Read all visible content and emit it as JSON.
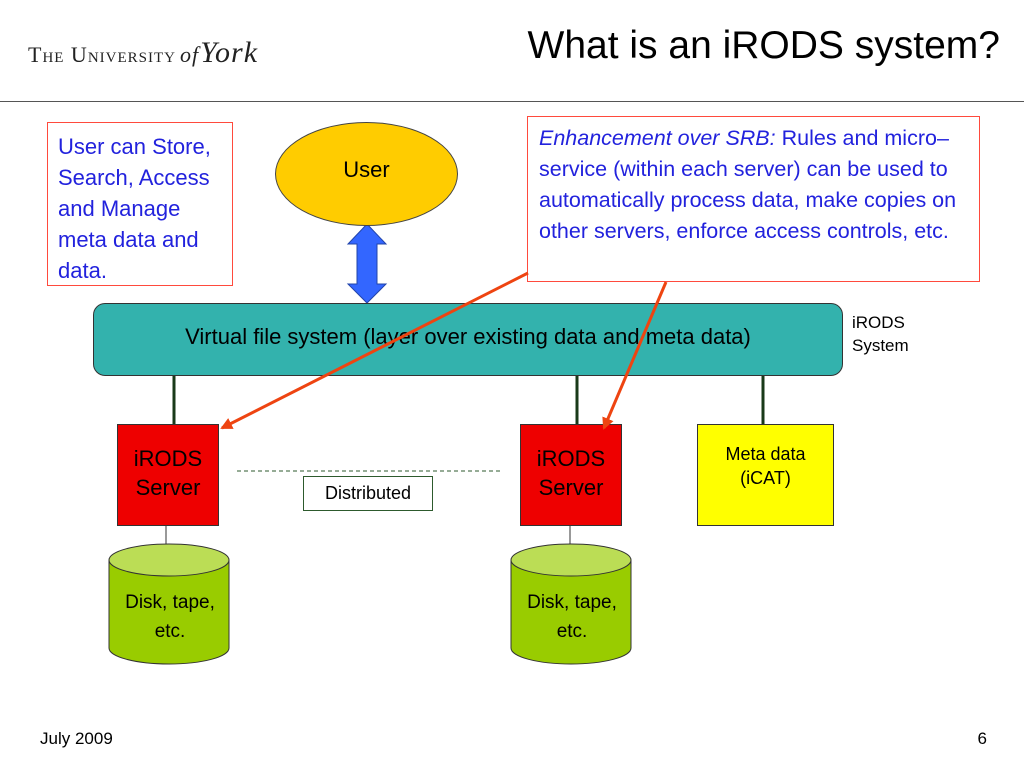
{
  "header": {
    "logo_text_pre": "The University",
    "logo_text_of": "of",
    "logo_text_york": "York",
    "title": "What is an iRODS system?"
  },
  "notes": {
    "left": "User can Store, Search, Access and Manage meta data and data.",
    "right_em": "Enhancement over SRB:",
    "right_rest": " Rules and micro–service (within each server) can be used to automatically process data, make copies on other servers, enforce access controls, etc."
  },
  "diagram": {
    "user": "User",
    "vfs": "Virtual file system (layer over existing data and meta data)",
    "irods_system_line1": "iRODS",
    "irods_system_line2": "System",
    "server1_line1": "iRODS",
    "server1_line2": "Server",
    "server2_line1": "iRODS",
    "server2_line2": "Server",
    "meta_line1": "Meta data",
    "meta_line2": "(iCAT)",
    "distributed": "Distributed",
    "disk1_line1": "Disk, tape,",
    "disk1_line2": "etc.",
    "disk2_line1": "Disk, tape,",
    "disk2_line2": "etc."
  },
  "footer": {
    "date": "July 2009",
    "page": "6"
  },
  "colors": {
    "user_fill": "#ffcc00",
    "vfs_fill": "#33b2ad",
    "server_fill": "#ee0000",
    "meta_fill": "#ffff00",
    "disk_fill": "#99cc00",
    "arrow_blue": "#3366ff",
    "arrow_red": "#ee4411",
    "note_text": "#2222dd",
    "note_border": "#ff4a3d"
  }
}
